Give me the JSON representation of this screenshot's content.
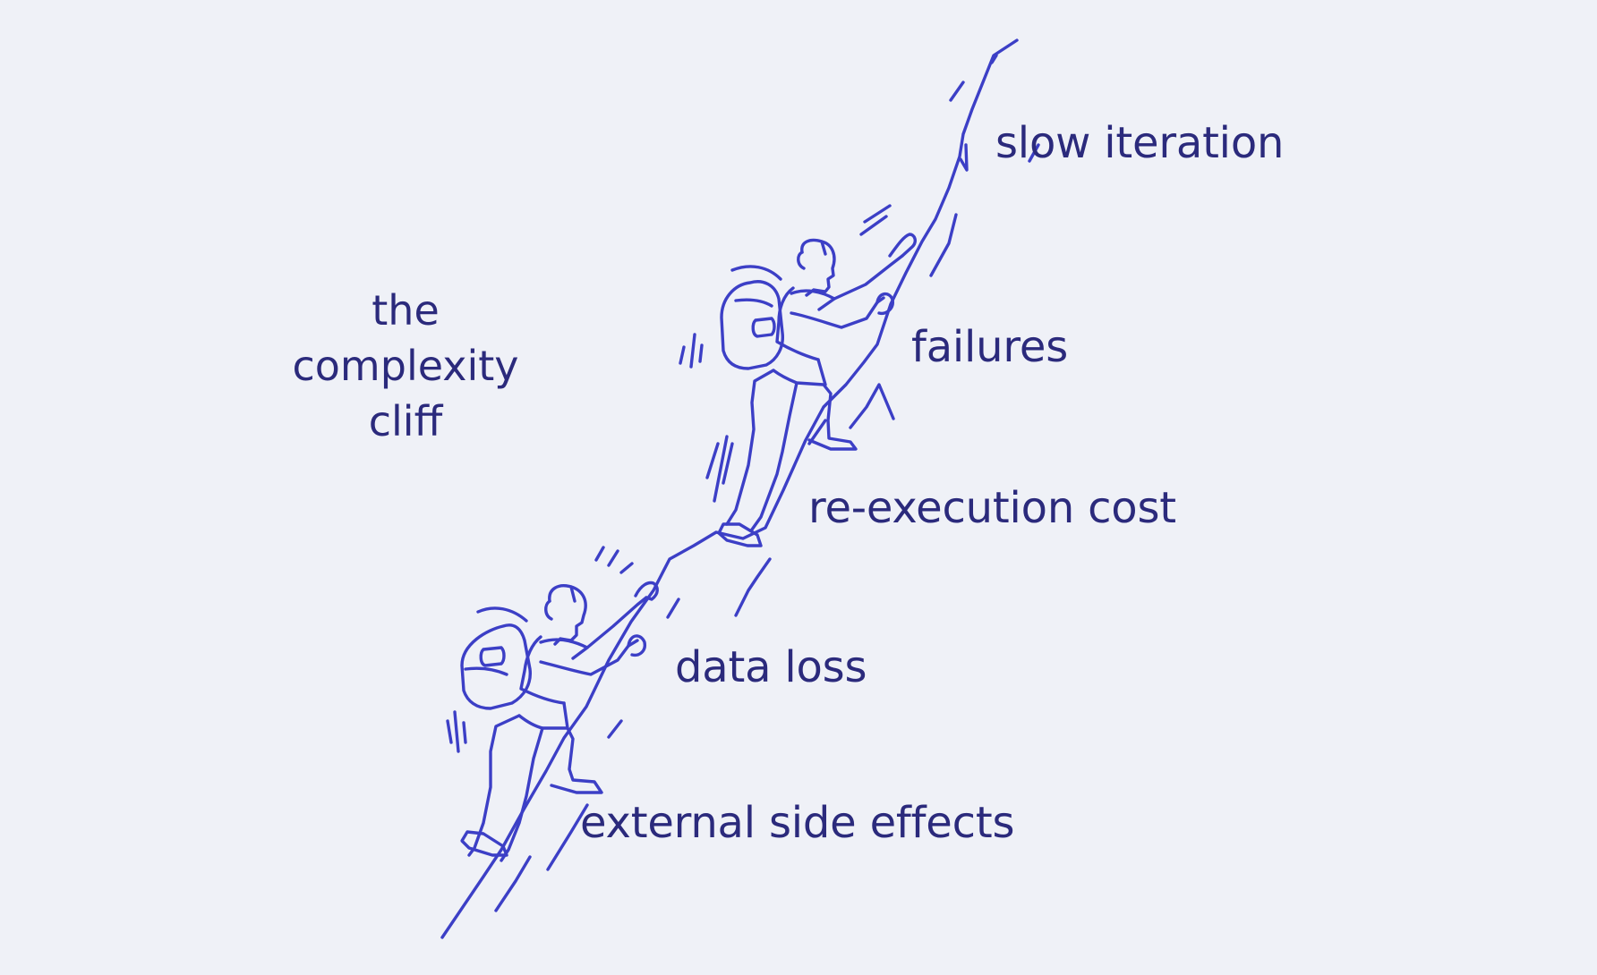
{
  "title_lines": [
    "the",
    "complexity",
    "cliff"
  ],
  "labels": {
    "slow_iteration": "slow iteration",
    "failures": "failures",
    "re_execution_cost": "re-execution cost",
    "data_loss": "data loss",
    "external_side_effects": "external side effects"
  },
  "colors": {
    "background": "#eff1f7",
    "line": "#3c3fc6",
    "text": "#2b2a7c"
  },
  "icons": [
    "cliff-illustration",
    "climber-upper",
    "climber-lower",
    "backpack-icon"
  ]
}
